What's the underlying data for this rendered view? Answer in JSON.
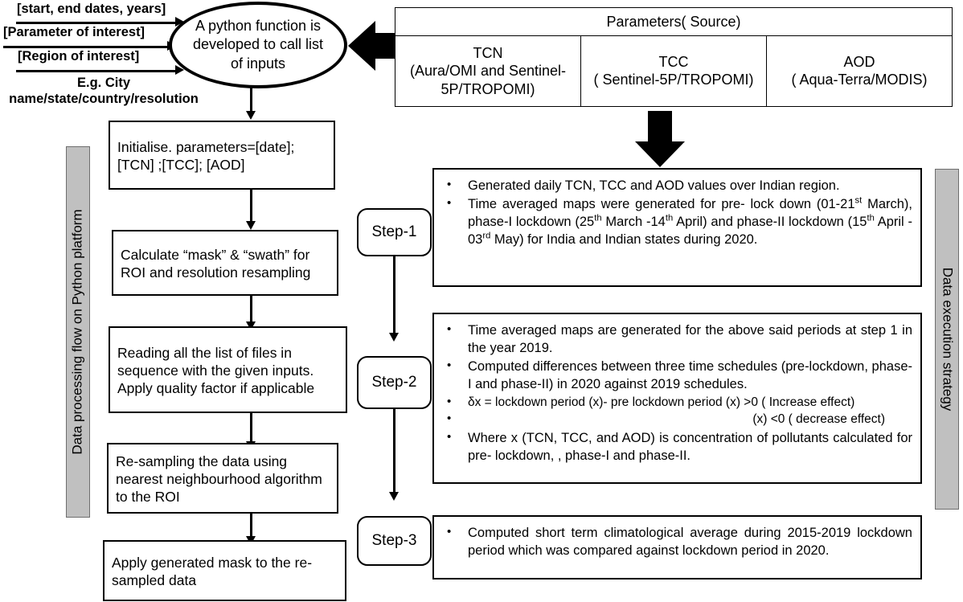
{
  "inputs": {
    "arrow1_label": "[start, end dates, years]",
    "arrow2_label": "[Parameter of interest]",
    "arrow3_label": "[Region of interest]",
    "example_note": "E.g. City\nname/state/country/resolution"
  },
  "start_node": {
    "label": "A python function is developed to call list of inputs"
  },
  "parameters_table": {
    "header": "Parameters( Source)",
    "columns": [
      {
        "name": "TCN",
        "source": "(Aura/OMI and Sentinel-5P/TROPOMI)"
      },
      {
        "name": "TCC",
        "source": "( Sentinel-5P/TROPOMI)"
      },
      {
        "name": "AOD",
        "source": "( Aqua-Terra/MODIS)"
      }
    ]
  },
  "side_labels": {
    "left": "Data processing flow on Python platform",
    "right": "Data execution strategy"
  },
  "process_boxes": [
    {
      "id": "initialise",
      "text": "Initialise.\nparameters=[date];[TCN]\n;[TCC]; [AOD]"
    },
    {
      "id": "mask-swath",
      "text": "Calculate “mask” & “swath” for ROI and resolution resampling"
    },
    {
      "id": "reading-files",
      "text": "Reading all the list of files in sequence with the given inputs. Apply quality factor if applicable"
    },
    {
      "id": "resampling",
      "text": "Re-sampling the data using nearest neighbourhood algorithm to the ROI"
    },
    {
      "id": "apply-mask",
      "text": "Apply generated mask to the re-sampled data"
    }
  ],
  "steps": [
    {
      "badge": "Step-1",
      "bullets": [
        {
          "kind": "bullet",
          "parts": [
            {
              "t": "Generated daily TCN, TCC and AOD values over Indian region."
            }
          ]
        },
        {
          "kind": "bullet",
          "parts": [
            {
              "t": "Time averaged maps were generated for pre- lock down (01-21"
            },
            {
              "t": "st",
              "sup": true
            },
            {
              "t": " March), phase-I lockdown (25"
            },
            {
              "t": "th",
              "sup": true
            },
            {
              "t": " March -14"
            },
            {
              "t": "th",
              "sup": true
            },
            {
              "t": " April) and phase-II lockdown (15"
            },
            {
              "t": "th",
              "sup": true
            },
            {
              "t": " April - 03"
            },
            {
              "t": "rd",
              "sup": true
            },
            {
              "t": " May) for India and Indian states during 2020."
            }
          ]
        }
      ]
    },
    {
      "badge": "Step-2",
      "bullets": [
        {
          "kind": "bullet",
          "parts": [
            {
              "t": "Time averaged maps are generated for the above said periods at step 1 in the year 2019."
            }
          ]
        },
        {
          "kind": "bullet",
          "parts": [
            {
              "t": "Computed differences between three time schedules (pre-lockdown, phase-I and phase-II) in 2020 against 2019 schedules."
            }
          ]
        },
        {
          "kind": "plain",
          "parts": [
            {
              "t": "δx = lockdown period (x)- pre lockdown period (x) >0 ( Increase effect)"
            }
          ]
        },
        {
          "kind": "right",
          "parts": [
            {
              "t": "(x) <0 ( decrease effect)"
            }
          ]
        },
        {
          "kind": "bullet",
          "parts": [
            {
              "t": "Where x (TCN, TCC, and AOD) is concentration of   pollutants calculated for pre- lockdown, , phase-I and phase-II."
            }
          ]
        }
      ]
    },
    {
      "badge": "Step-3",
      "bullets": [
        {
          "kind": "bullet",
          "parts": [
            {
              "t": "Computed short term climatological average during 2015-2019 lockdown period which was compared against lockdown period in 2020."
            }
          ]
        }
      ]
    }
  ],
  "colors": {
    "sidebar_fill": "#c0c0c0",
    "sidebar_border": "#6e6e6e",
    "stroke": "#000000",
    "background": "#ffffff"
  }
}
